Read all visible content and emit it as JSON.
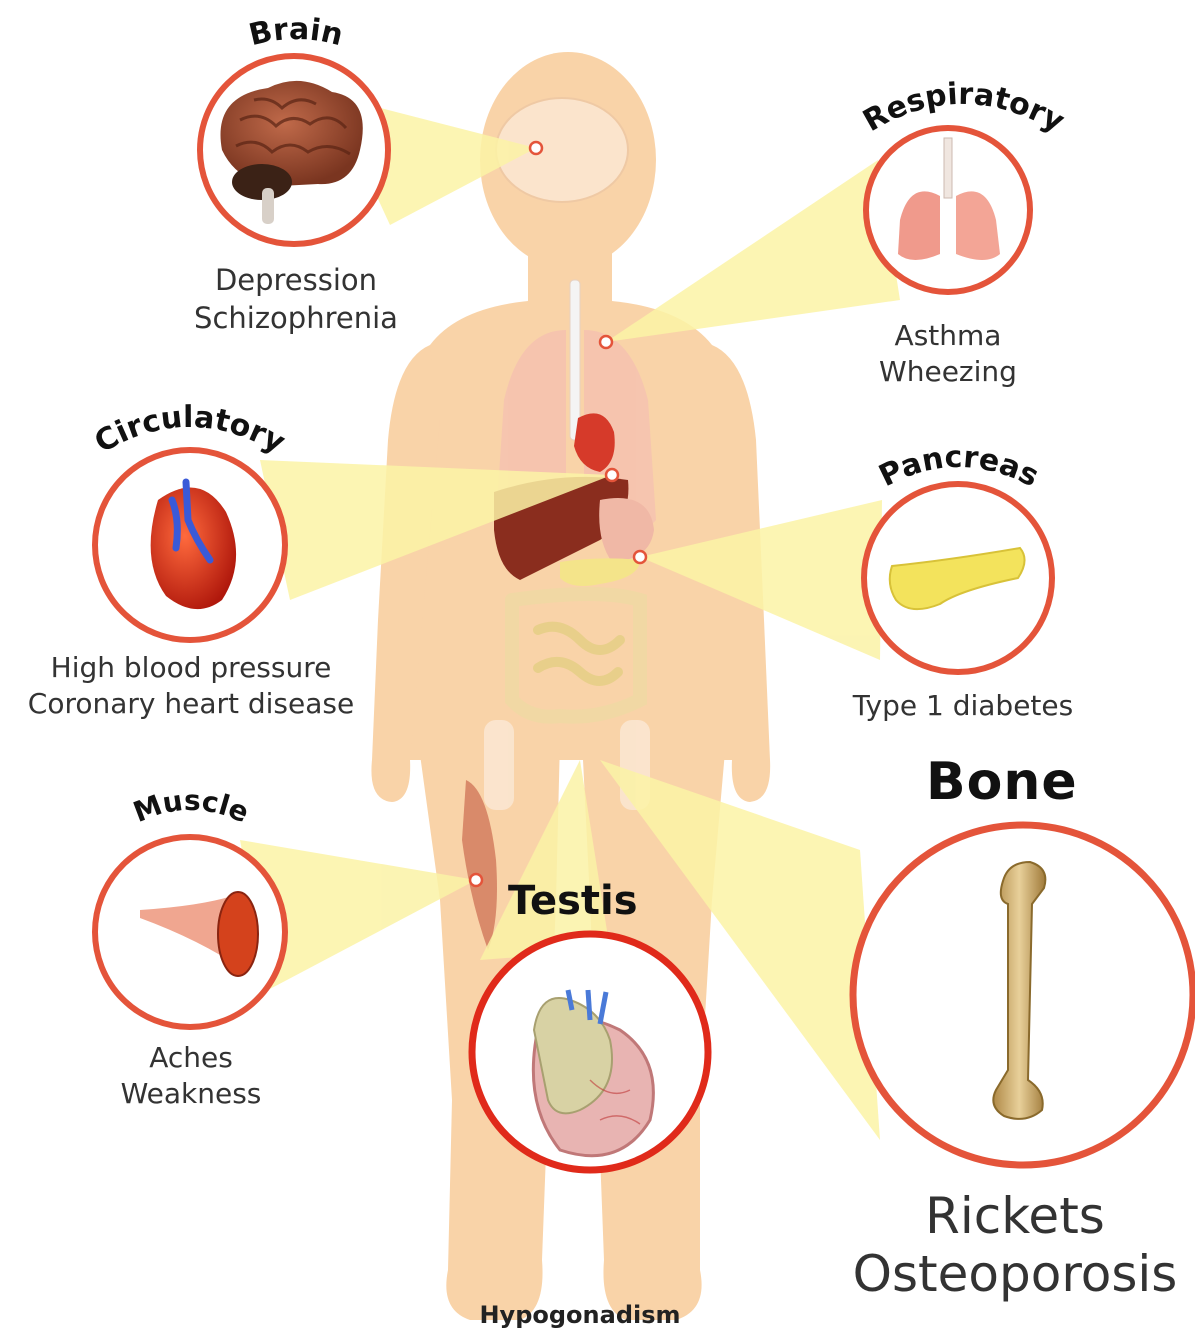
{
  "organs": {
    "brain": {
      "title": "Brain",
      "conditions": [
        "Depression",
        "Schizophrenia"
      ]
    },
    "respiratory": {
      "title": "Respiratory",
      "conditions": [
        "Asthma",
        "Wheezing"
      ]
    },
    "circulatory": {
      "title": "Circulatory",
      "conditions": [
        "High blood pressure",
        "Coronary heart disease"
      ]
    },
    "pancreas": {
      "title": "Pancreas",
      "conditions": [
        "Type 1 diabetes"
      ]
    },
    "muscle": {
      "title": "Muscle",
      "conditions": [
        "Aches",
        "Weakness"
      ]
    },
    "bone": {
      "title": "Bone",
      "conditions": [
        "Rickets",
        "Osteoporosis"
      ]
    },
    "testis": {
      "title": "Testis",
      "conditions": [
        "Hypogonadism"
      ]
    }
  },
  "colors": {
    "skin": "#f9d3a8",
    "circle_border": "#e4543a",
    "testis_border": "#e02a1a",
    "beam": "#fbf3a6"
  },
  "icons": [
    "brain-icon",
    "lungs-icon",
    "heart-icon",
    "pancreas-icon",
    "muscle-icon",
    "testis-icon",
    "femur-icon"
  ]
}
